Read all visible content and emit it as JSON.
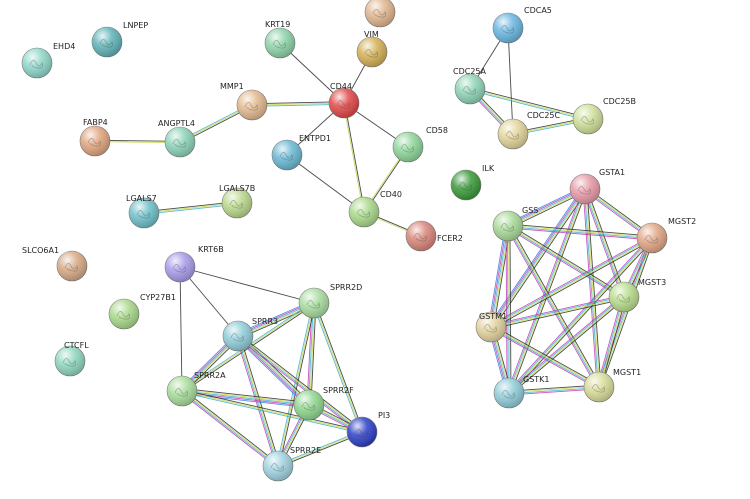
{
  "network": {
    "nodes": [
      {
        "id": "EHD4",
        "label": "EHD4",
        "color": "#8fd6c9"
      },
      {
        "id": "LNPEP",
        "label": "LNPEP",
        "color": "#5fb3b8"
      },
      {
        "id": "KRT19",
        "label": "KRT19",
        "color": "#8cd3a7"
      },
      {
        "id": "TOP",
        "label": "",
        "color": "#e0b58f"
      },
      {
        "id": "VIM",
        "label": "VIM",
        "color": "#d4b055"
      },
      {
        "id": "CD44",
        "label": "CD44",
        "color": "#e04848"
      },
      {
        "id": "MMP1",
        "label": "MMP1",
        "color": "#e3b98f"
      },
      {
        "id": "FABP4",
        "label": "FABP4",
        "color": "#e0a57e"
      },
      {
        "id": "ANGPTL4",
        "label": "ANGPTL4",
        "color": "#8cd3b8"
      },
      {
        "id": "ENTPD1",
        "label": "ENTPD1",
        "color": "#6ab8d4"
      },
      {
        "id": "CD58",
        "label": "CD58",
        "color": "#8ed69a"
      },
      {
        "id": "CD40",
        "label": "CD40",
        "color": "#a8d98a"
      },
      {
        "id": "FCER2",
        "label": "FCER2",
        "color": "#d9857a"
      },
      {
        "id": "ILK",
        "label": "ILK",
        "color": "#3a9a3a"
      },
      {
        "id": "CDCA5",
        "label": "CDCA5",
        "color": "#6ab6e2"
      },
      {
        "id": "CDC25A",
        "label": "CDC25A",
        "color": "#8ed3b6"
      },
      {
        "id": "CDC25B",
        "label": "CDC25B",
        "color": "#cfe09a"
      },
      {
        "id": "CDC25C",
        "label": "CDC25C",
        "color": "#e2d49a"
      },
      {
        "id": "LGALS7",
        "label": "LGALS7",
        "color": "#6ec0c8"
      },
      {
        "id": "LGALS7B",
        "label": "LGALS7B",
        "color": "#b9d88c"
      },
      {
        "id": "SLCO6A1",
        "label": "SLCO6A1",
        "color": "#d6a985"
      },
      {
        "id": "KRT6B",
        "label": "KRT6B",
        "color": "#a79ae8"
      },
      {
        "id": "CYP27B1",
        "label": "CYP27B1",
        "color": "#a8d98a"
      },
      {
        "id": "CTCFL",
        "label": "CTCFL",
        "color": "#8ed6bf"
      },
      {
        "id": "SPRR2D",
        "label": "SPRR2D",
        "color": "#a8dca0"
      },
      {
        "id": "SPRR3",
        "label": "SPRR3",
        "color": "#8fccd8"
      },
      {
        "id": "SPRR2A",
        "label": "SPRR2A",
        "color": "#a8dc9a"
      },
      {
        "id": "SPRR2F",
        "label": "SPRR2F",
        "color": "#8fd68f"
      },
      {
        "id": "PI3",
        "label": "PI3",
        "color": "#2e3fc6"
      },
      {
        "id": "SPRR2E",
        "label": "SPRR2E",
        "color": "#9fd2e0"
      },
      {
        "id": "GSTA1",
        "label": "GSTA1",
        "color": "#e69aa8"
      },
      {
        "id": "GSS",
        "label": "GSS",
        "color": "#a8d998"
      },
      {
        "id": "MGST2",
        "label": "MGST2",
        "color": "#e0a585"
      },
      {
        "id": "MGST3",
        "label": "MGST3",
        "color": "#b8dc8c"
      },
      {
        "id": "GSTM1",
        "label": "GSTM1",
        "color": "#e2d29e"
      },
      {
        "id": "GSTK1",
        "label": "GSTK1",
        "color": "#8fccd8"
      },
      {
        "id": "MGST1",
        "label": "MGST1",
        "color": "#d8dc98"
      }
    ],
    "edges": [
      [
        "KRT19",
        "CD44",
        1
      ],
      [
        "VIM",
        "CD44",
        1
      ],
      [
        "MMP1",
        "CD44",
        3
      ],
      [
        "ENTPD1",
        "CD44",
        1
      ],
      [
        "CD44",
        "CD58",
        1
      ],
      [
        "CD44",
        "CD40",
        2
      ],
      [
        "ENTPD1",
        "CD40",
        1
      ],
      [
        "CD58",
        "CD40",
        2
      ],
      [
        "CD40",
        "FCER2",
        2
      ],
      [
        "FABP4",
        "ANGPTL4",
        2
      ],
      [
        "MMP1",
        "ANGPTL4",
        3
      ],
      [
        "LGALS7",
        "LGALS7B",
        3
      ],
      [
        "CDCA5",
        "CDC25A",
        1
      ],
      [
        "CDCA5",
        "CDC25C",
        1
      ],
      [
        "CDC25A",
        "CDC25C",
        4
      ],
      [
        "CDC25A",
        "CDC25B",
        3
      ],
      [
        "CDC25C",
        "CDC25B",
        3
      ],
      [
        "KRT6B",
        "SPRR3",
        1
      ],
      [
        "KRT6B",
        "SPRR2D",
        1
      ],
      [
        "KRT6B",
        "SPRR2A",
        1
      ],
      [
        "SPRR2D",
        "SPRR3",
        5
      ],
      [
        "SPRR2D",
        "SPRR2A",
        3
      ],
      [
        "SPRR2D",
        "SPRR2F",
        4
      ],
      [
        "SPRR2D",
        "PI3",
        3
      ],
      [
        "SPRR2D",
        "SPRR2E",
        3
      ],
      [
        "SPRR3",
        "SPRR2A",
        5
      ],
      [
        "SPRR3",
        "SPRR2F",
        5
      ],
      [
        "SPRR3",
        "PI3",
        4
      ],
      [
        "SPRR3",
        "SPRR2E",
        4
      ],
      [
        "SPRR2A",
        "SPRR2F",
        5
      ],
      [
        "SPRR2A",
        "PI3",
        3
      ],
      [
        "SPRR2A",
        "SPRR2E",
        4
      ],
      [
        "SPRR2F",
        "PI3",
        4
      ],
      [
        "SPRR2F",
        "SPRR2E",
        4
      ],
      [
        "PI3",
        "SPRR2E",
        3
      ],
      [
        "GSTA1",
        "GSS",
        5
      ],
      [
        "GSTA1",
        "MGST2",
        4
      ],
      [
        "GSTA1",
        "MGST3",
        4
      ],
      [
        "GSTA1",
        "GSTM1",
        5
      ],
      [
        "GSTA1",
        "GSTK1",
        4
      ],
      [
        "GSTA1",
        "MGST1",
        4
      ],
      [
        "GSS",
        "MGST2",
        4
      ],
      [
        "GSS",
        "MGST3",
        4
      ],
      [
        "GSS",
        "GSTM1",
        5
      ],
      [
        "GSS",
        "GSTK1",
        4
      ],
      [
        "GSS",
        "MGST1",
        4
      ],
      [
        "MGST2",
        "MGST3",
        4
      ],
      [
        "MGST2",
        "GSTM1",
        4
      ],
      [
        "MGST2",
        "GSTK1",
        4
      ],
      [
        "MGST2",
        "MGST1",
        4
      ],
      [
        "MGST3",
        "GSTM1",
        4
      ],
      [
        "MGST3",
        "GSTK1",
        4
      ],
      [
        "MGST3",
        "MGST1",
        4
      ],
      [
        "GSTM1",
        "GSTK1",
        5
      ],
      [
        "GSTM1",
        "MGST1",
        4
      ],
      [
        "GSTK1",
        "MGST1",
        4
      ]
    ],
    "edge_colors": [
      "#2a2a2a",
      "#c8d84a",
      "#3bb0c8",
      "#c03ab8",
      "#3a7ae0"
    ]
  }
}
